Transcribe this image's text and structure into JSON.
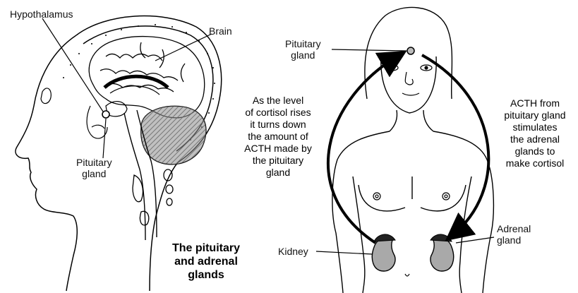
{
  "labels": {
    "hypothalamus": "Hypothalamus",
    "brain": "Brain",
    "pituitary_left": [
      "Pituitary",
      "gland"
    ],
    "pituitary_right": [
      "Pituitary",
      "gland"
    ],
    "kidney": "Kidney",
    "adrenal": [
      "Adrenal",
      "gland"
    ]
  },
  "caption": [
    "The pituitary",
    "and adrenal",
    "glands"
  ],
  "feedback_text": [
    "As the level",
    "of cortisol rises",
    "it turns down",
    "the amount of",
    "ACTH made by",
    "the pituitary",
    "gland"
  ],
  "stimulus_text": [
    "ACTH from",
    "pituitary gland",
    "stimulates",
    "the adrenal",
    "glands to",
    "make cortisol"
  ],
  "colors": {
    "line": "#000000",
    "tissue": "#8c8c8c",
    "organ": "#a9a9a9",
    "dark": "#222222"
  }
}
